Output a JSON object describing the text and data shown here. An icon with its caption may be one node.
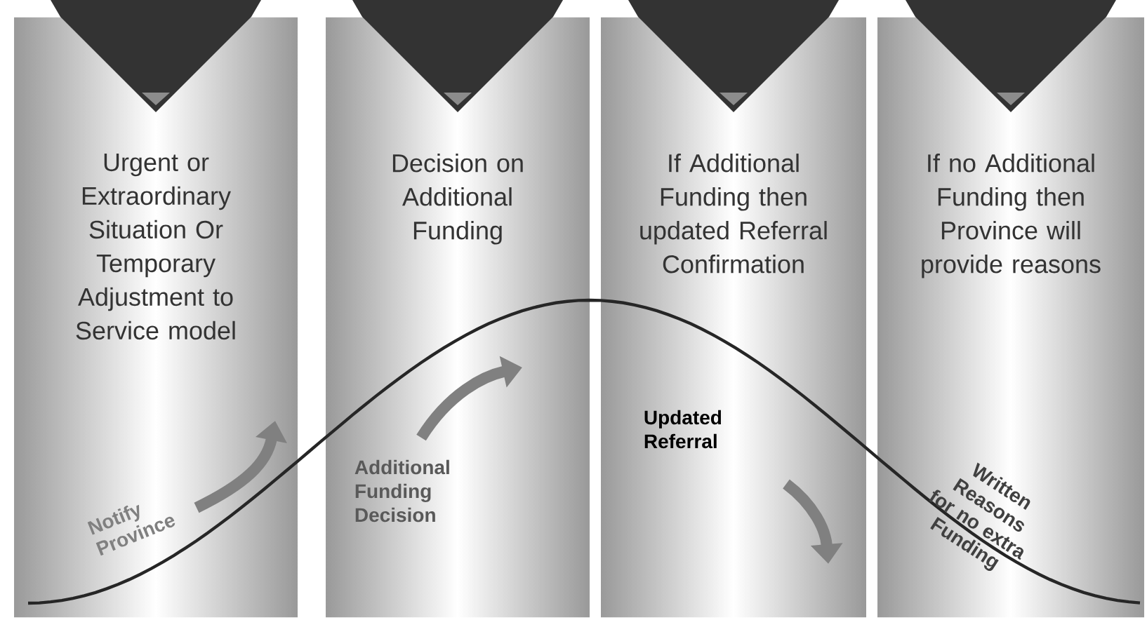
{
  "diagram": {
    "nodes": [
      {
        "text": [
          "Urgent or Extraordinary Situation Or Temporary Adjustment to Service model"
        ]
      },
      {
        "text": [
          "Decision on Additional Funding"
        ]
      },
      {
        "text": [
          "If Additional Funding then updated Referral Confirmation"
        ]
      },
      {
        "text": [
          "If no Additional Funding then Province will provide reasons"
        ]
      }
    ],
    "labels": [
      "Notify Province",
      "Additional Funding Decision",
      "Updated Referral",
      "Written Reasons for no extra Funding"
    ]
  }
}
